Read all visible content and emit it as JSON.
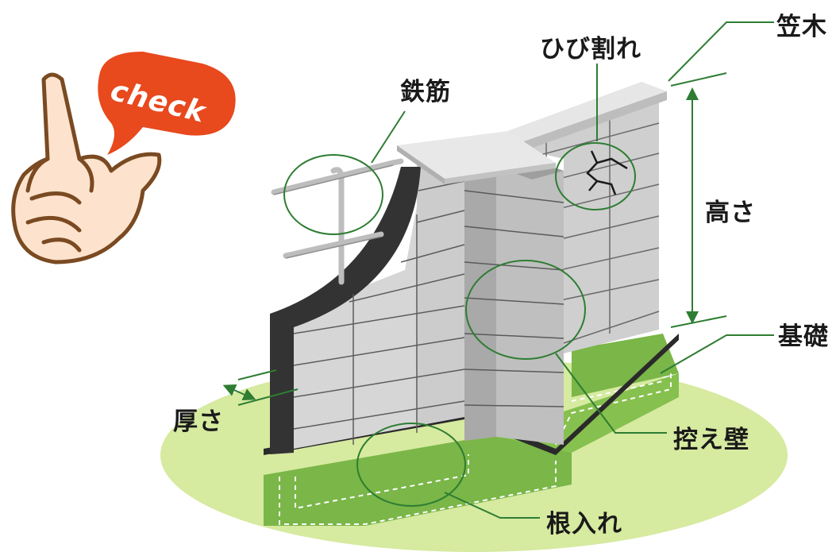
{
  "badge": {
    "text": "check"
  },
  "labels": {
    "kasagi": "笠木",
    "hibiware": "ひび割れ",
    "tekkin": "鉄筋",
    "takasa": "高さ",
    "kiso": "基礎",
    "atsusa": "厚さ",
    "hikaekabe": "控え壁",
    "neire": "根入れ"
  },
  "colors": {
    "ground": "#d6eaa0",
    "foundation": "#7ab648",
    "callout": "#2e7d32",
    "badge": "#e8491d",
    "wall_front": "#d4d4d4",
    "wall_side": "#b8b8b8",
    "wall_cut": "#333333"
  },
  "icons": [
    "pointing-hand-icon",
    "check-speech-bubble-icon"
  ]
}
